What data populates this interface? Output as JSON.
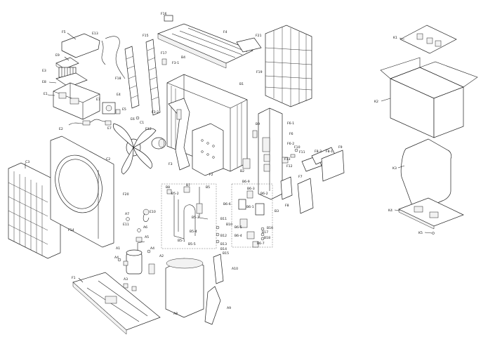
{
  "labels": {
    "F16": "F16",
    "F4": "F4",
    "F5": "F5",
    "E13": "E13",
    "F15": "F15",
    "F21": "F21",
    "E9": "E9",
    "F17": "F17",
    "B4": "B4",
    "F3_1": "F3-1",
    "F19": "F19",
    "E3": "E3",
    "F18": "F18",
    "E8": "E8",
    "B1": "B1",
    "E1": "E1",
    "E7a": "E7",
    "E4": "E4",
    "F3_2": "F3-2",
    "E5": "E5",
    "E6": "E6",
    "E2": "E2",
    "E7b": "E7",
    "C1": "C1",
    "E12": "E12",
    "B9": "B9",
    "F6_1": "F6-1",
    "F6": "F6",
    "F6_2": "F6-2",
    "F10": "F10",
    "F11": "F11",
    "F13": "F13",
    "F8_2": "F8-2",
    "F8_1": "F8-1",
    "F9": "F9",
    "F12": "F12",
    "C2": "C2",
    "F3": "F3",
    "F2": "F2",
    "B2": "B2",
    "C3": "C3",
    "F7": "F7",
    "F20": "F20",
    "B7": "B7",
    "B8": "B8",
    "B5_2": "B5-2",
    "B5": "B5",
    "B6_9": "B6-9",
    "B6_3": "B6-3",
    "B6_2": "B6-2",
    "B3": "B3",
    "F8": "F8",
    "E10": "E10",
    "B6_6": "B6-6",
    "B6_1": "B6-1",
    "A7": "A7",
    "E11": "E11",
    "A6": "A6",
    "B5_3": "B5-3",
    "B11": "B11",
    "B10": "B10",
    "B6_5": "B6-5",
    "B16": "B16",
    "B6_4": "B6-4",
    "B17": "B17",
    "B18": "B18",
    "F14": "F14",
    "A5": "A5",
    "B5_4": "B5-4",
    "B12": "B12",
    "B6_7": "B6-7",
    "B5_1": "B5-1",
    "B5_5": "B5-5",
    "B13": "B13",
    "B14": "B14",
    "B15": "B15",
    "A1": "A1",
    "A4a": "A4",
    "A4b": "A4",
    "A2": "A2",
    "A10": "A10",
    "F1": "F1",
    "A3": "A3",
    "A9": "A9",
    "A8": "A8",
    "K1": "K1",
    "K2": "K2",
    "K3": "K3",
    "K4": "K4",
    "K5": "K5"
  }
}
